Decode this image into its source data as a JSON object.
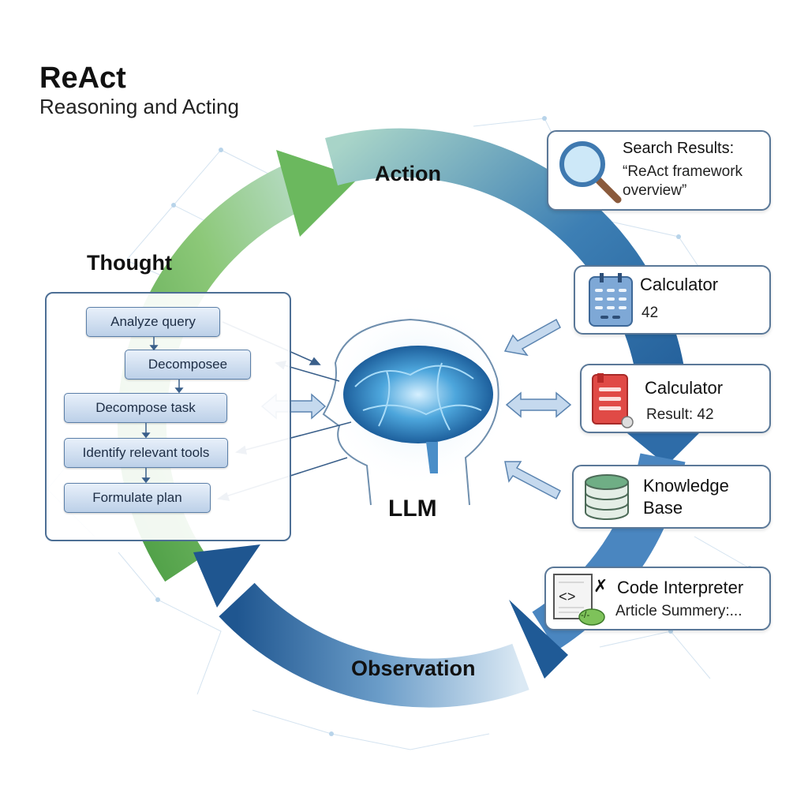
{
  "header": {
    "title": "ReAct",
    "subtitle": "Reasoning and Acting"
  },
  "stages": {
    "action": "Action",
    "thought": "Thought",
    "observation": "Observation"
  },
  "thought_steps": [
    "Analyze query",
    "Decomposee",
    "Decompose task",
    "Identify relevant tools",
    "Formulate plan"
  ],
  "center": {
    "label": "LLM",
    "icon": "brain-head-icon"
  },
  "tools": [
    {
      "title": "Search Results:",
      "detail_1": "“ReAct framework",
      "detail_2": "overview”",
      "icon": "magnifier-icon"
    },
    {
      "title": "Calculator",
      "detail": "42",
      "icon": "calculator-icon"
    },
    {
      "title": "Calculator",
      "detail": "Result: 42",
      "icon": "red-book-icon"
    },
    {
      "title": "Knowledge",
      "title_2": "Base",
      "icon": "database-icon"
    },
    {
      "title": "Code Interpreter",
      "detail": "Article Summery:...",
      "icon": "code-document-icon",
      "badge": "-/-",
      "mark": "✗"
    }
  ],
  "colors": {
    "green": "#5aa84f",
    "blue_dark": "#1f5a96",
    "blue_light": "#7fb0d8",
    "panel_border": "#4d6f95"
  }
}
